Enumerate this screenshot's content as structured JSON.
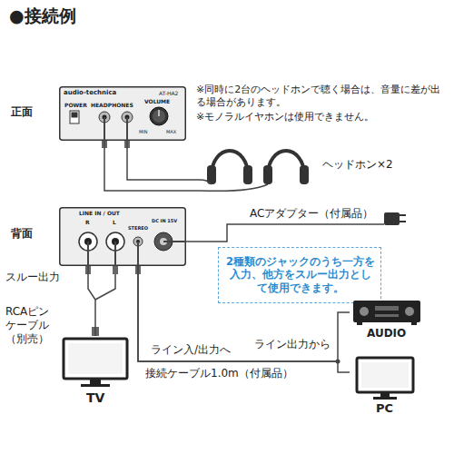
{
  "diagram": {
    "title": "●接続例",
    "nodes": [
      {
        "text": [
          "audio-technica",
          "AT-HA2",
          "POWER",
          "HEADPHONES",
          "VOLUME",
          "MIN",
          "MAX"
        ]
      },
      {
        "text": [
          "LINE IN / OUT",
          "R",
          "L",
          "STEREO",
          "DC IN 15V"
        ]
      },
      {
        "text": [
          "ヘッドホン×2"
        ]
      },
      {
        "text": [
          "ACアダプター（付属品）"
        ]
      },
      {
        "text": [
          "2種類のジャックのうち一方を入力、他方をスルー出力として使用できます。"
        ]
      },
      {
        "text": [
          "TV"
        ]
      },
      {
        "text": [
          "AUDIO"
        ]
      },
      {
        "text": [
          "PC"
        ]
      }
    ],
    "edges": [
      {
        "from": 0,
        "to": 2,
        "arrow": "none"
      },
      {
        "from": 0,
        "to": 2,
        "arrow": "none"
      },
      {
        "from": 1,
        "to": 3,
        "arrow": "none"
      },
      {
        "from": 1,
        "to": 5,
        "arrow": "none"
      },
      {
        "from": 1,
        "to": 6,
        "arrow": "none"
      },
      {
        "from": 1,
        "to": 7,
        "arrow": "none"
      }
    ],
    "labels": [
      "正面",
      "※同時に2台のヘッドホンで聴く場合は、音量に差が出る場合があります。",
      "※モノラルイヤホンは使用できません。",
      "背面",
      "スルー出力",
      "RCAピンケーブル（別売）",
      "ライン入/出力へ",
      "ライン出力から",
      "接続ケーブル1.0m（付属品）"
    ]
  }
}
